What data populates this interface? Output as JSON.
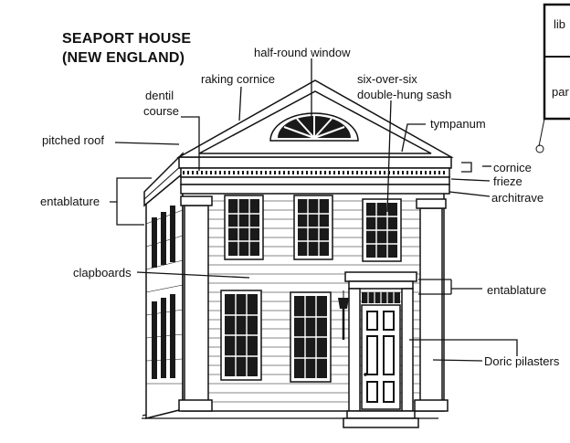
{
  "title": {
    "line1": "SEAPORT HOUSE",
    "line2": "(NEW ENGLAND)"
  },
  "labels": {
    "half_round_window": "half-round window",
    "raking_cornice": "raking cornice",
    "six_over_six_line1": "six-over-six",
    "six_over_six_line2": "double-hung sash",
    "dentil_course_line1": "dentil",
    "dentil_course_line2": "course",
    "tympanum": "tympanum",
    "pitched_roof": "pitched roof",
    "cornice": "cornice",
    "frieze": "frieze",
    "architrave": "architrave",
    "entablature_left": "entablature",
    "clapboards": "clapboards",
    "entablature_right": "entablature",
    "doric_pilasters": "Doric pilasters"
  },
  "inset_plan": {
    "room_top": "lib",
    "room_bottom": "par"
  }
}
